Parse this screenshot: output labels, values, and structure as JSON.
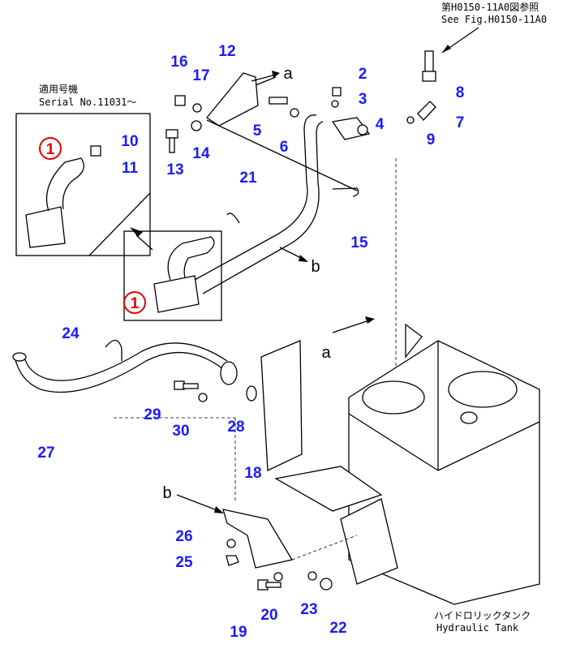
{
  "reference_note": {
    "ja": "第H0150-11A0図参照",
    "en": "See Fig.H0150-11A0"
  },
  "serial_note": {
    "ja": "適用号機",
    "en": "Serial No.11031～"
  },
  "tank_label": {
    "ja": "ハイドロリックタンク",
    "en": "Hydraulic Tank"
  },
  "callouts": [
    "2",
    "3",
    "4",
    "5",
    "6",
    "7",
    "8",
    "9",
    "10",
    "11",
    "12",
    "13",
    "14",
    "15",
    "16",
    "17",
    "18",
    "19",
    "20",
    "21",
    "22",
    "23",
    "24",
    "25",
    "26",
    "27",
    "28",
    "29",
    "30"
  ],
  "highlighted_callouts": [
    "1",
    "1"
  ],
  "view_letters": [
    "a",
    "a",
    "b",
    "b"
  ],
  "colors": {
    "callout": "#1a1aff",
    "highlight": "#e00000"
  }
}
